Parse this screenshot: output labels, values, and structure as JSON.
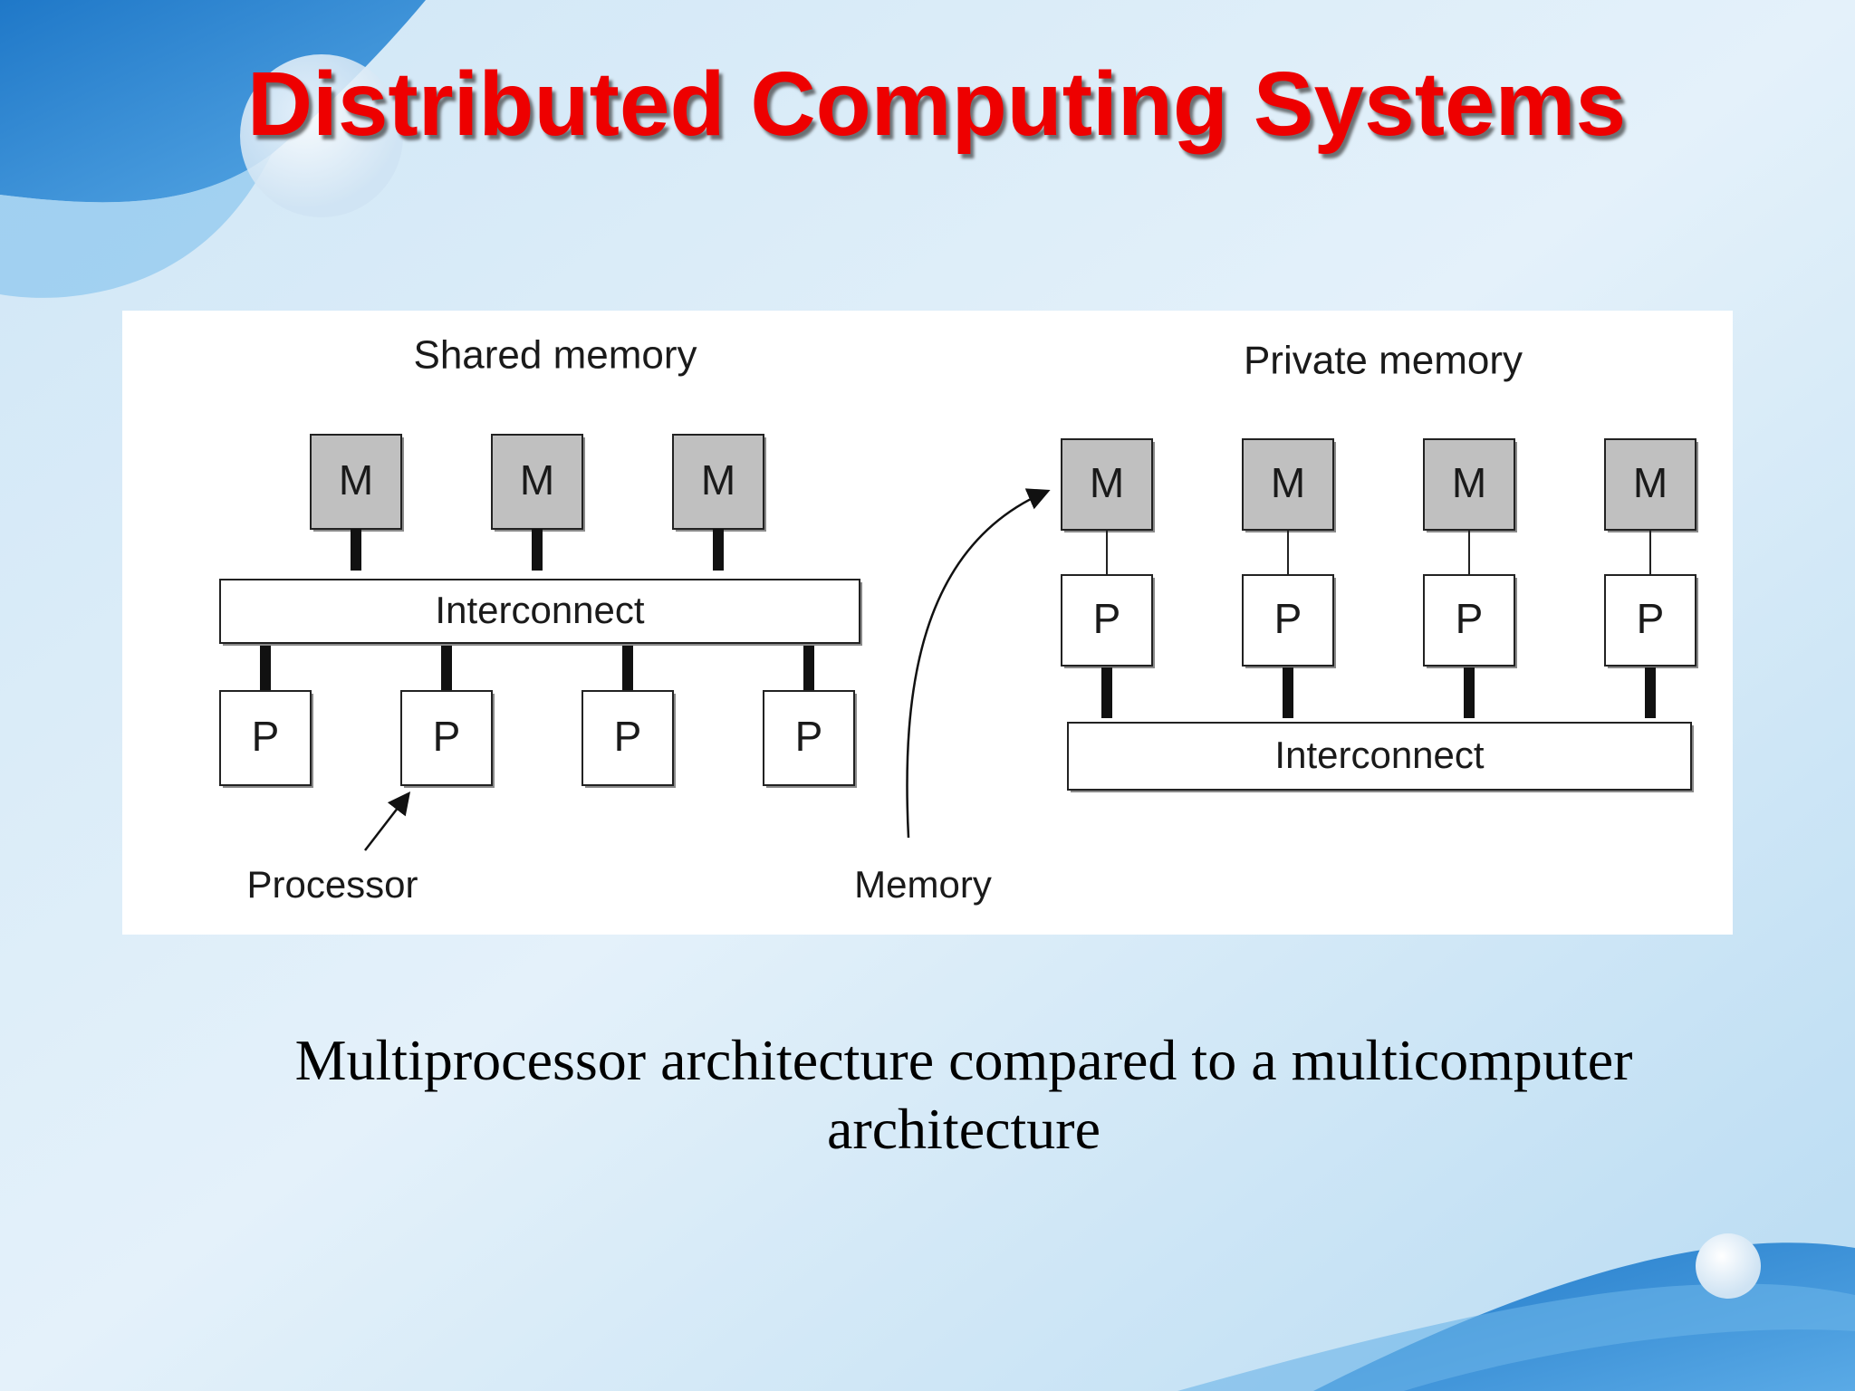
{
  "slide": {
    "title": "Distributed Computing Systems",
    "caption": "Multiprocessor architecture compared to a multicomputer architecture"
  },
  "diagram": {
    "shared": {
      "heading": "Shared memory",
      "memory_label": "M",
      "memory_count": 3,
      "interconnect_label": "Interconnect",
      "processor_label": "P",
      "processor_count": 4
    },
    "private": {
      "heading": "Private memory",
      "memory_label": "M",
      "processor_label": "P",
      "node_count": 4,
      "interconnect_label": "Interconnect"
    },
    "annotations": {
      "processor": "Processor",
      "memory": "Memory"
    },
    "colors": {
      "memory_fill": "#c0c0c0",
      "processor_fill": "#ffffff",
      "title": "#ee0000"
    }
  }
}
